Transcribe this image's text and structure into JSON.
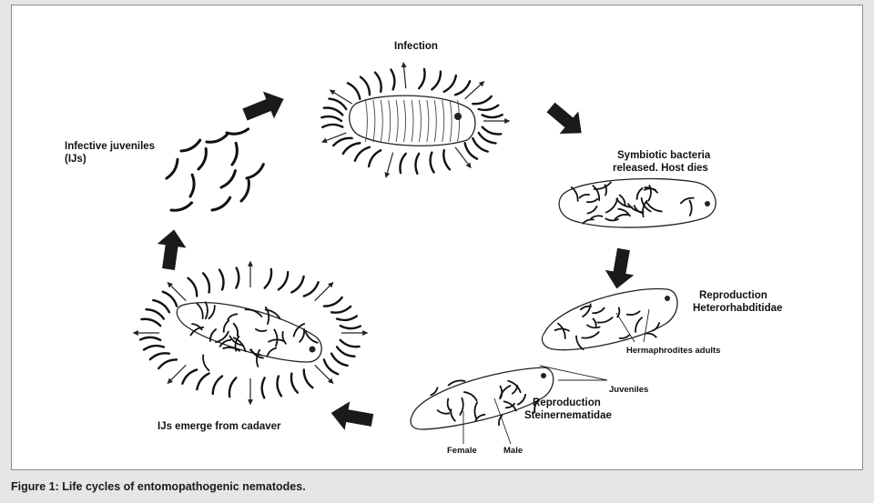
{
  "figure": {
    "caption": "Figure 1: Life cycles of entomopathogenic nematodes."
  },
  "stages": {
    "infection": "Infection",
    "bacteria_line1": "Symbiotic bacteria",
    "bacteria_line2": "released. Host dies",
    "hetero_line1": "Reproduction",
    "hetero_line2": "Heterorhabditidae",
    "hermaphrodites": "Hermaphrodites adults",
    "juveniles": "Juveniles",
    "stein_line1": "Reproduction",
    "stein_line2": "Steinernematidae",
    "female": "Female",
    "male": "Male",
    "emerge": "IJs emerge from cadaver",
    "ij_line1": "Infective juveniles",
    "ij_line2": "(IJs)"
  },
  "colors": {
    "background": "#e6e6e6",
    "panel": "#ffffff",
    "ink": "#111111"
  }
}
